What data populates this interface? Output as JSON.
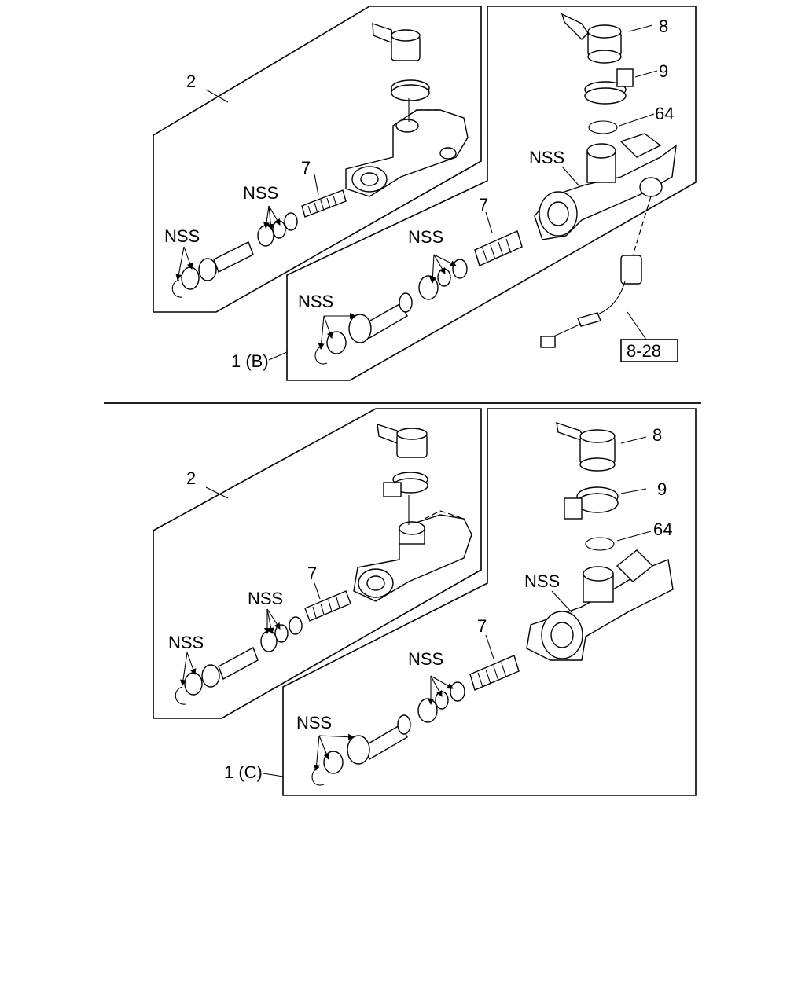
{
  "labels": {
    "part_2": "2",
    "part_7": "7",
    "part_8": "8",
    "part_9": "9",
    "part_64": "64",
    "nss": "NSS",
    "assy_1b": "1 (B)",
    "assy_1c": "1 (C)",
    "ref_8_28": "8-28"
  }
}
